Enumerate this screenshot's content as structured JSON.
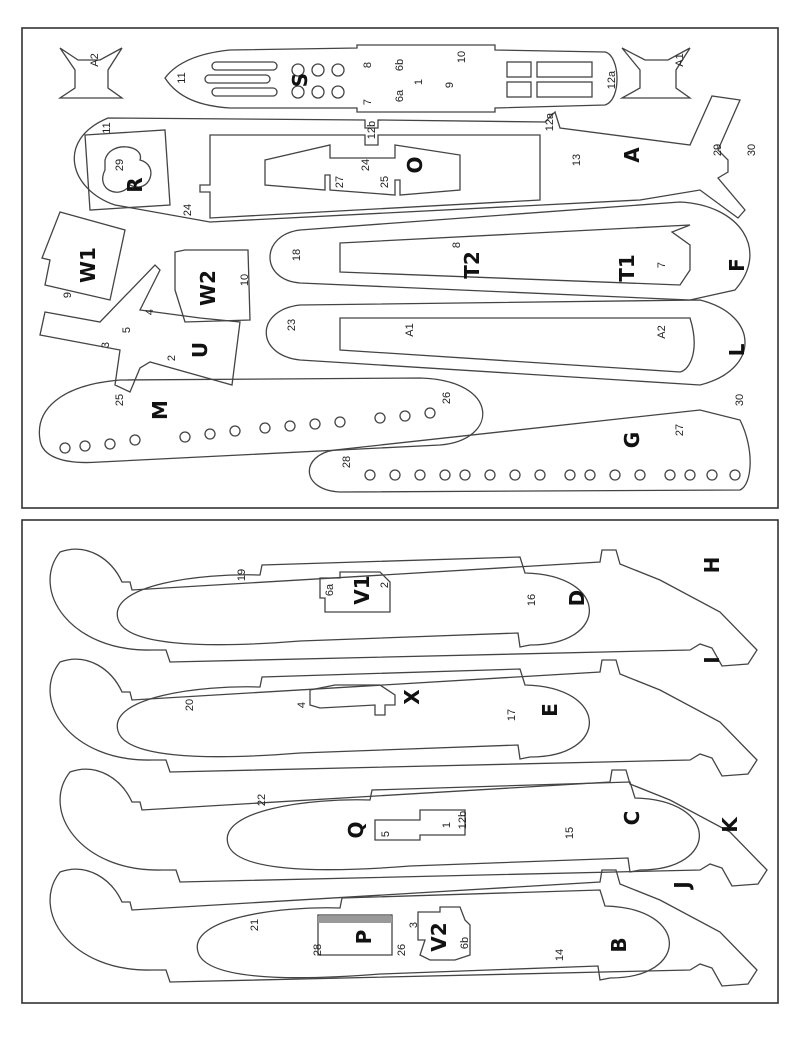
{
  "sheet_title": "",
  "part_labels": [
    "S",
    "O",
    "A",
    "R",
    "W1",
    "W2",
    "T2",
    "T1",
    "F",
    "U",
    "L",
    "M",
    "G",
    "V1",
    "D",
    "H",
    "X",
    "E",
    "I",
    "Q",
    "C",
    "K",
    "P",
    "V2",
    "B",
    "J"
  ],
  "number_labels": [
    "A2",
    "A1",
    "11",
    "8",
    "6b",
    "1",
    "6a",
    "7",
    "9",
    "10",
    "12a",
    "11",
    "12b",
    "12a",
    "29",
    "27",
    "24",
    "25",
    "13",
    "29",
    "30",
    "24",
    "18",
    "8",
    "7",
    "9",
    "10",
    "23",
    "A1",
    "A2",
    "3",
    "5",
    "4",
    "2",
    "25",
    "26",
    "30",
    "28",
    "27",
    "19",
    "6a",
    "2",
    "16",
    "20",
    "4",
    "17",
    "22",
    "5",
    "1",
    "12b",
    "15",
    "21",
    "28",
    "26",
    "3",
    "6b",
    "14"
  ]
}
